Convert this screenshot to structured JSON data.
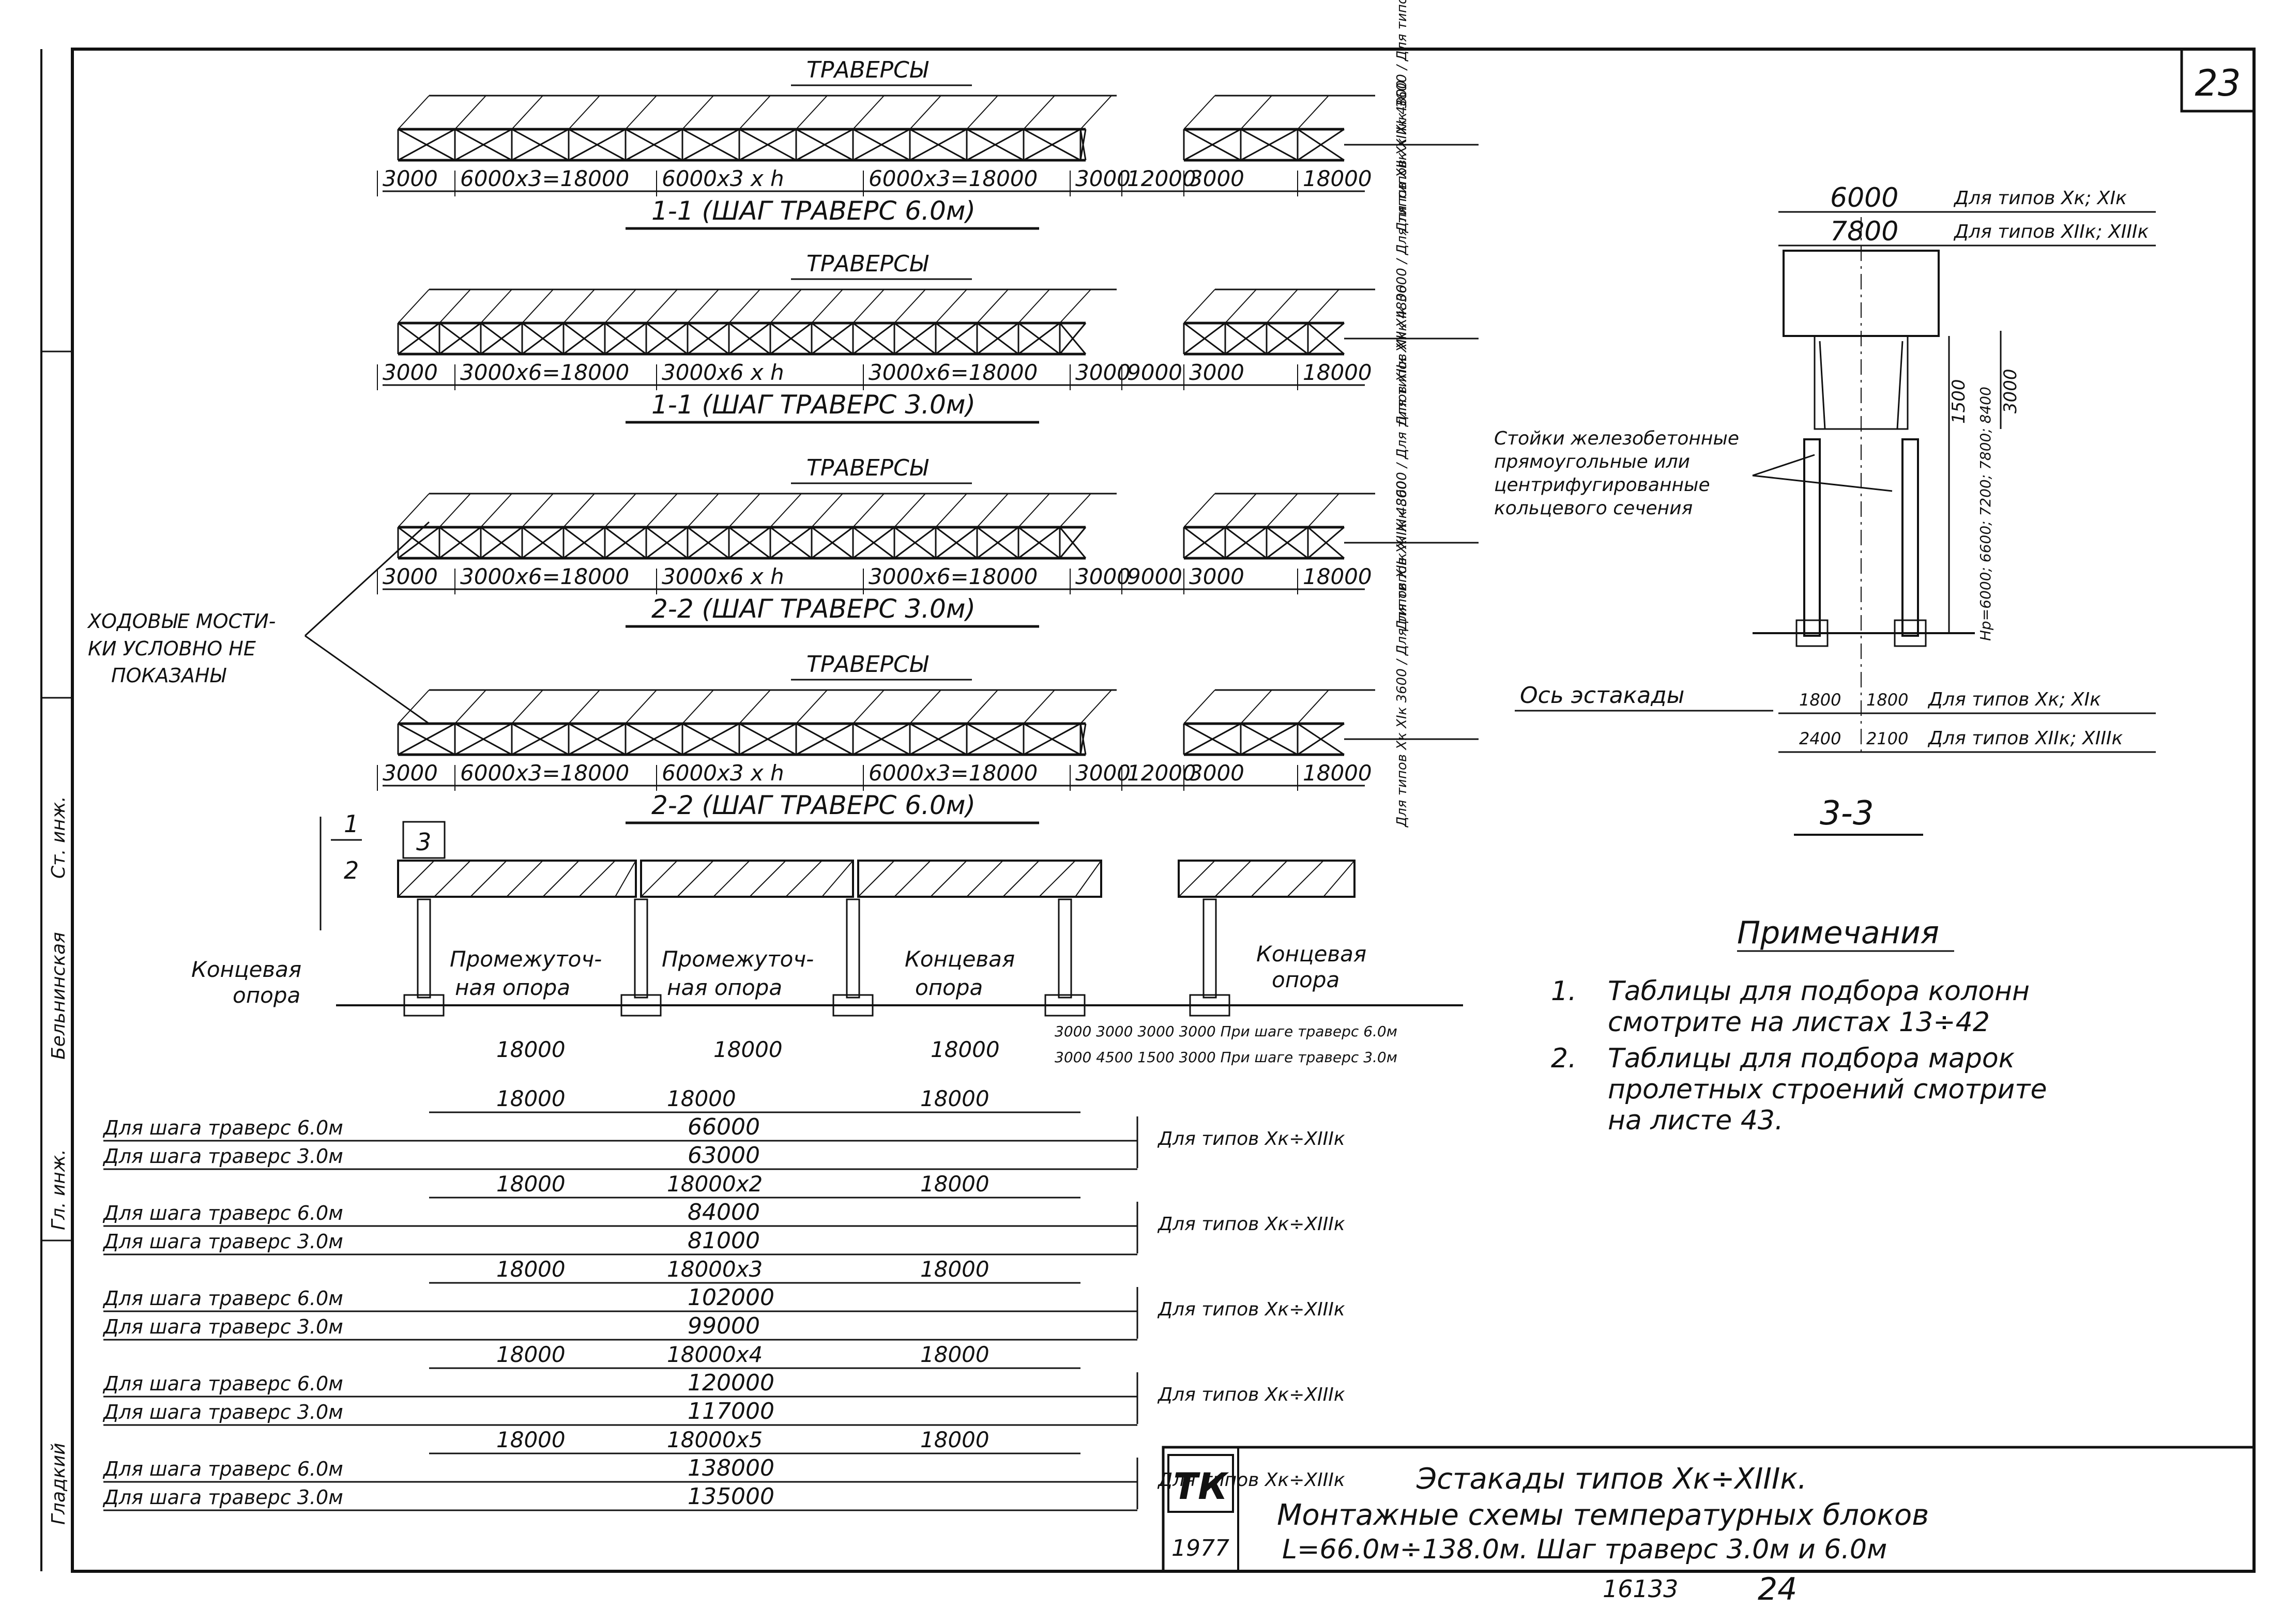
{
  "sheet_number": "23",
  "elevations": [
    {
      "header": "ТРАВЕРСЫ",
      "dims": [
        "3000",
        "6000x3=18000",
        "6000x3 x h",
        "6000x3=18000",
        "3000",
        "12000",
        "3000",
        "18000"
      ],
      "caption": "1-1 (ШАГ ТРАВЕРС 6.0м)",
      "side": "Для типов Xк XIк 3600 / Для типов XIIк XIIIк 4800",
      "bay": 6
    },
    {
      "header": "ТРАВЕРСЫ",
      "dims": [
        "3000",
        "3000x6=18000",
        "3000x6 x h",
        "3000x6=18000",
        "3000",
        "9000",
        "3000",
        "18000"
      ],
      "caption": "1-1 (ШАГ ТРАВЕРС 3.0м)",
      "side": "Для типов Xк XIк 3600 / Для типов XIIк XIIIк 4800",
      "bay": 3
    },
    {
      "header": "ТРАВЕРСЫ",
      "dims": [
        "3000",
        "3000x6=18000",
        "3000x6 x h",
        "3000x6=18000",
        "3000",
        "9000",
        "3000",
        "18000"
      ],
      "caption": "2-2 (ШАГ ТРАВЕРС 3.0м)",
      "side": "Для типов Xк XIк 3600 / Для типов XIIк XIIIк 4800",
      "bay": 3
    },
    {
      "header": "ТРАВЕРСЫ",
      "dims": [
        "3000",
        "6000x3=18000",
        "6000x3 x h",
        "6000x3=18000",
        "3000",
        "12000",
        "3000",
        "18000"
      ],
      "caption": "2-2 (ШАГ ТРАВЕРС 6.0м)",
      "side": "Для типов Xк XIк 3600 / Для типов XIIк XIIIк 4800",
      "bay": 6
    }
  ],
  "walkway_note": [
    "ХОДОВЫЕ МОСТИ-",
    "КИ УСЛОВНО НЕ",
    "ПОКАЗАНЫ"
  ],
  "section_marks": {
    "one": "1",
    "two": "2",
    "three": "3"
  },
  "supports": {
    "end_left": [
      "Концевая",
      "опора"
    ],
    "mid1": [
      "Промежуточ-",
      "ная опора"
    ],
    "mid2": [
      "Промежуточ-",
      "ная опора"
    ],
    "end_mid": [
      "Концевая",
      "опора"
    ],
    "end_right": [
      "Концевая",
      "опора"
    ]
  },
  "span_dims": [
    "18000",
    "18000",
    "18000"
  ],
  "small_dims": {
    "row1": "3000 3000 3000 3000 При шаге траверс 6.0м",
    "row2": "3000 4500 1500 3000 При шаге траверс 3.0м"
  },
  "length_table": [
    {
      "spans": [
        "18000",
        "18000",
        "18000"
      ],
      "lines": [
        {
          "label": "Для шага траверс 6.0м",
          "value": "66000"
        },
        {
          "label": "Для шага траверс 3.0м",
          "value": "63000"
        }
      ],
      "types": "Для типов Xк÷XIIIк"
    },
    {
      "spans": [
        "18000",
        "18000x2",
        "18000"
      ],
      "lines": [
        {
          "label": "Для шага траверс 6.0м",
          "value": "84000"
        },
        {
          "label": "Для шага траверс 3.0м",
          "value": "81000"
        }
      ],
      "types": "Для типов Xк÷XIIIк"
    },
    {
      "spans": [
        "18000",
        "18000x3",
        "18000"
      ],
      "lines": [
        {
          "label": "Для шага траверс 6.0м",
          "value": "102000"
        },
        {
          "label": "Для шага траверс 3.0м",
          "value": "99000"
        }
      ],
      "types": "Для типов Xк÷XIIIк"
    },
    {
      "spans": [
        "18000",
        "18000x4",
        "18000"
      ],
      "lines": [
        {
          "label": "Для шага траверс 6.0м",
          "value": "120000"
        },
        {
          "label": "Для шага траверс 3.0м",
          "value": "117000"
        }
      ],
      "types": "Для типов Xк÷XIIIк"
    },
    {
      "spans": [
        "18000",
        "18000x5",
        "18000"
      ],
      "lines": [
        {
          "label": "Для шага траверс 6.0м",
          "value": "138000"
        },
        {
          "label": "Для шага траверс 3.0м",
          "value": "135000"
        }
      ],
      "types": "Для типов Xк÷XIIIк"
    }
  ],
  "section33": {
    "top_dims": [
      {
        "value": "6000",
        "label": "Для типов Xк; XIк"
      },
      {
        "value": "7800",
        "label": "Для типов XIIк; XIIIк"
      }
    ],
    "column_note": [
      "Стойки железобетонные",
      "прямоугольные или",
      "центрифугированные",
      "кольцевого сечения"
    ],
    "axis": "Ось эстакады",
    "bottom_dims": [
      {
        "a": "1800",
        "b": "1800",
        "label": "Для типов Xк; XIк"
      },
      {
        "a": "2400",
        "b": "2100",
        "label": "Для типов XIIк; XIIIк"
      }
    ],
    "side_dims": [
      "1500",
      "3000",
      "Hр=6000; 6600; 7200; 7800; 8400"
    ],
    "caption": "3-3"
  },
  "notes": {
    "title": "Примечания",
    "items": [
      {
        "n": "1.",
        "text": [
          "Таблицы для подбора колонн",
          "смотрите на листах 13÷42"
        ]
      },
      {
        "n": "2.",
        "text": [
          "Таблицы для подбора марок",
          "пролетных строений смотрите",
          "на листе 43."
        ]
      }
    ]
  },
  "stamp": {
    "logo": "ТК",
    "year": "1977",
    "lines": [
      "Эстакады типов Xк÷XIIIк.",
      "Монтажные схемы температурных блоков",
      "L=66.0м÷138.0м. Шаг траверс 3.0м и 6.0м"
    ]
  },
  "footer": {
    "code": "16133",
    "page": "24"
  },
  "left_strip": [
    "Гл. инж.",
    "Бельнинская",
    "Ст. инж.",
    "Гладкий"
  ]
}
